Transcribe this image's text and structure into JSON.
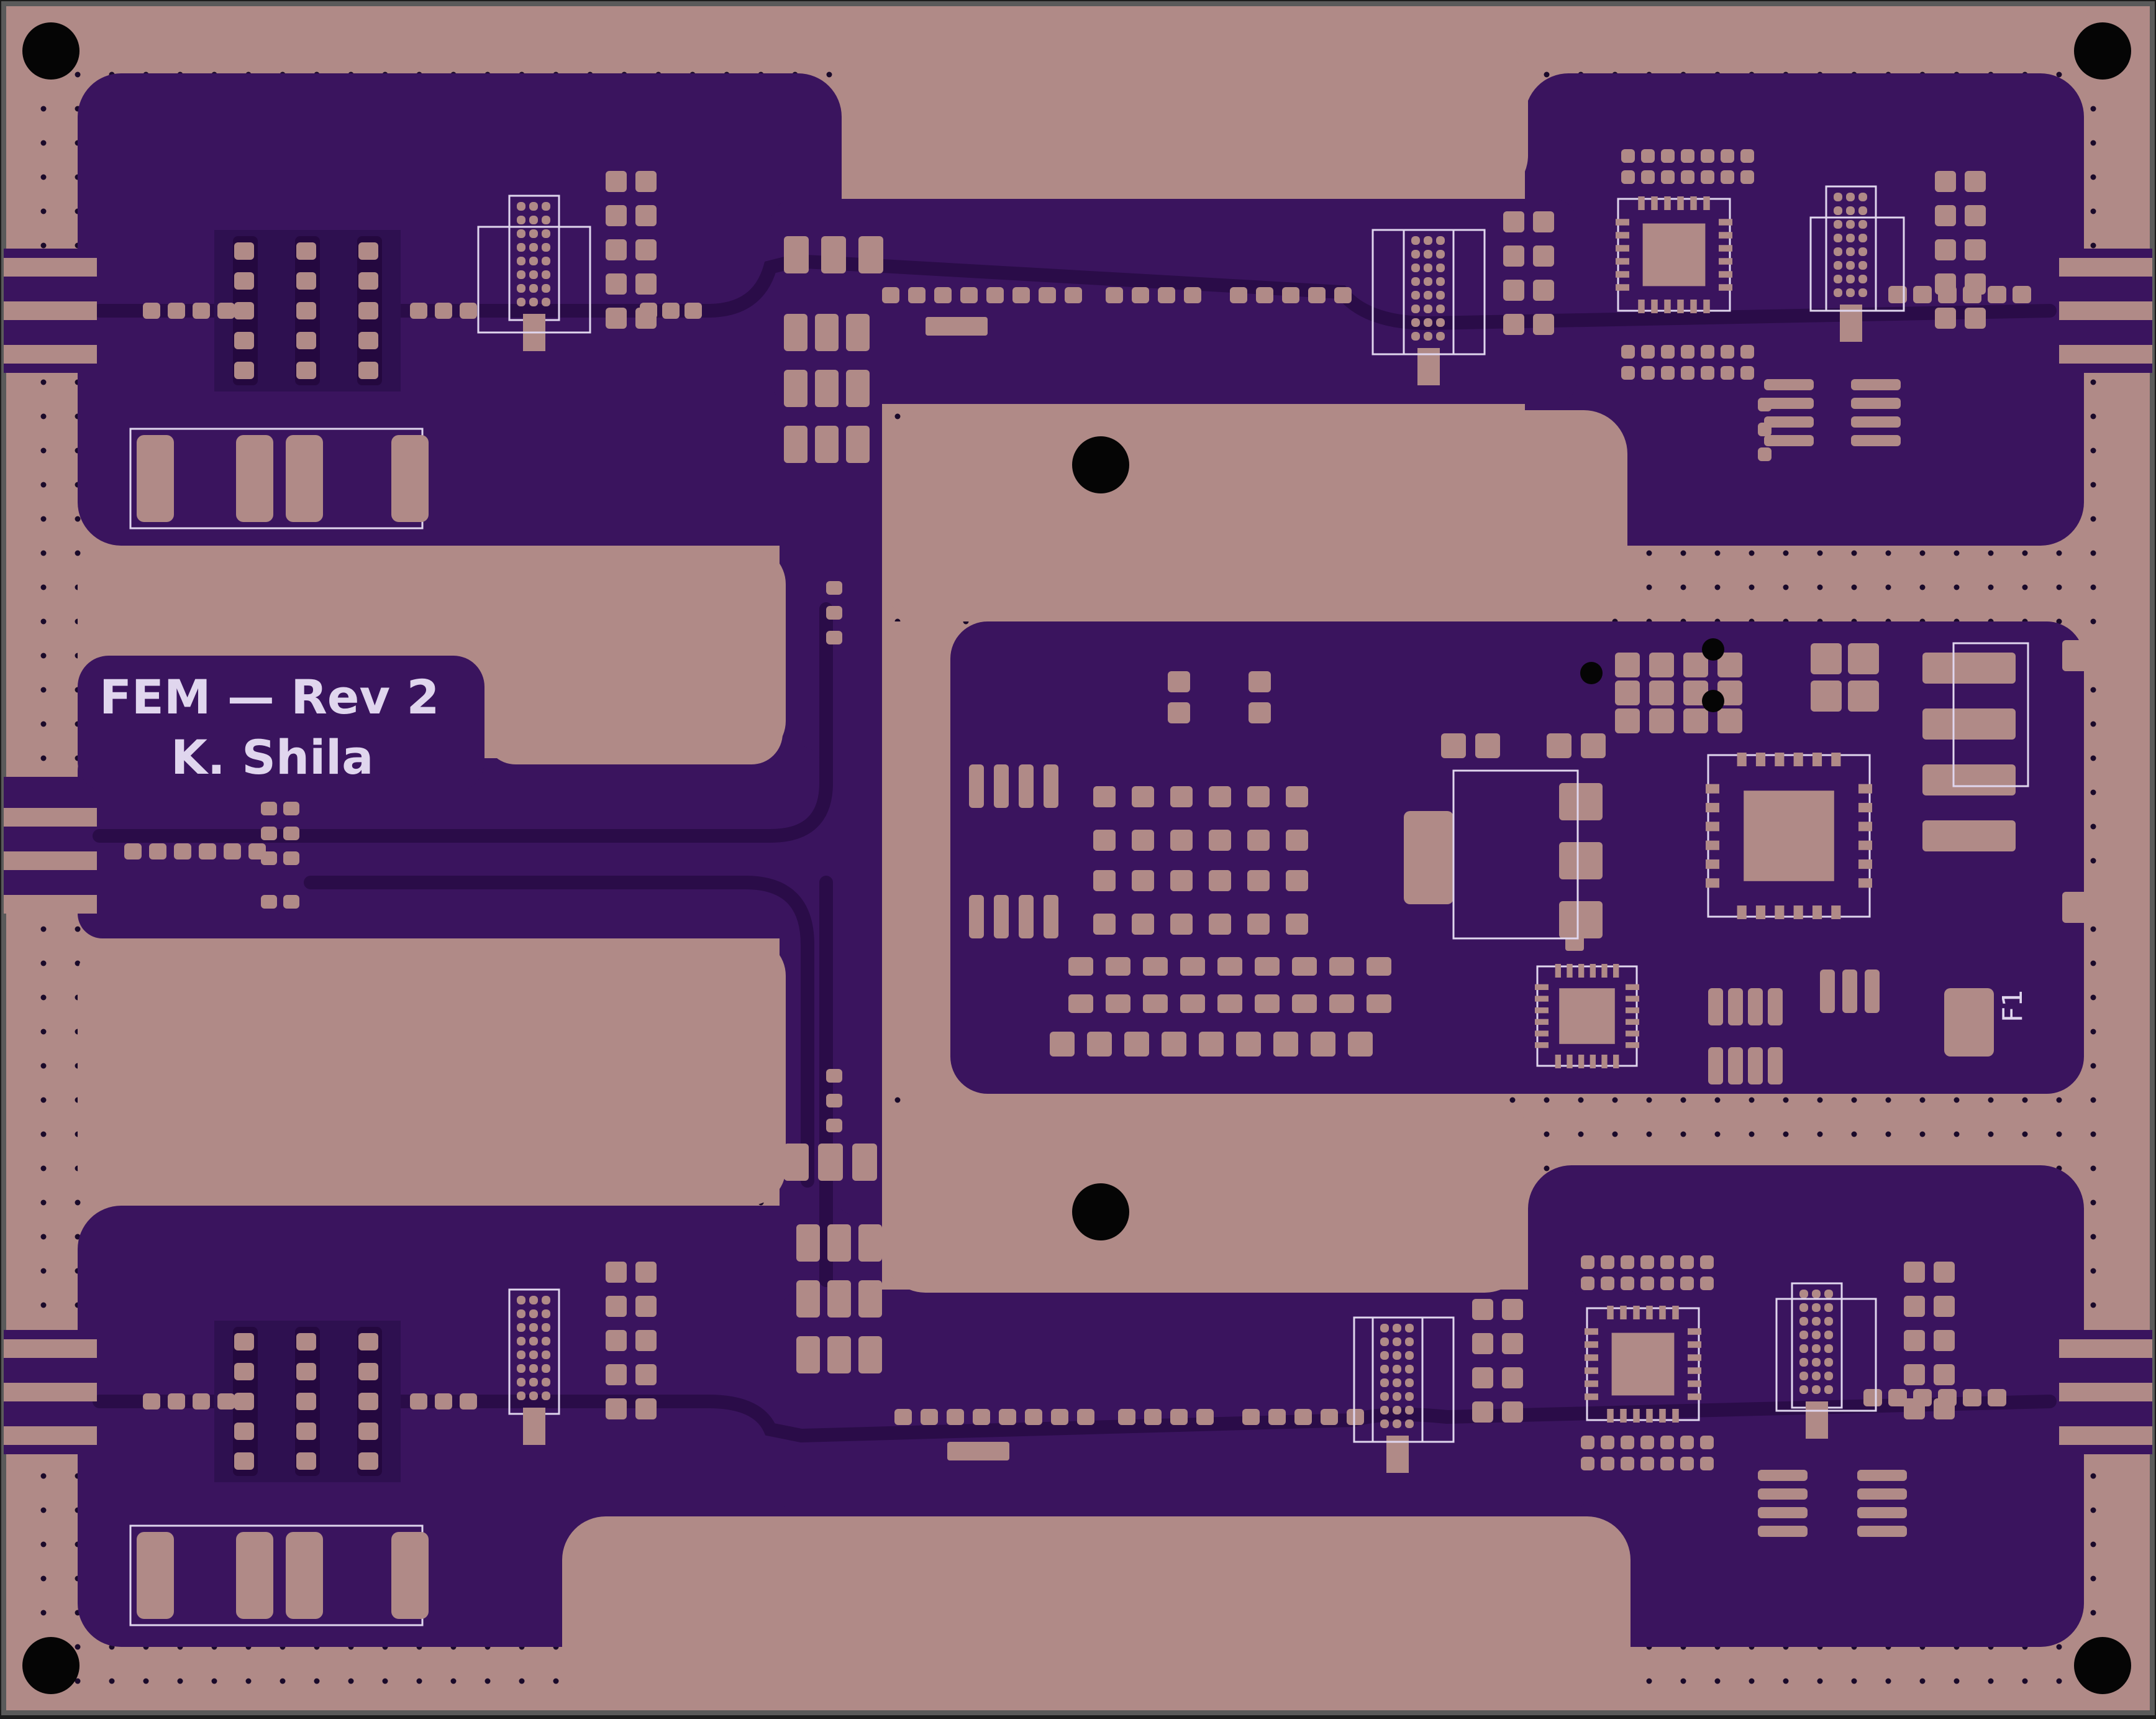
{
  "colors": {
    "copper": "#b08a87",
    "soldermask": "#3a145e",
    "pad": "#b08a87",
    "silkscreen": "#e0d6ee",
    "hole": "#050505",
    "background": "#1c1c1c",
    "outline": "#5a5a5a"
  },
  "silkscreen": {
    "title": "FEM — Rev 2",
    "author": "K. Shila",
    "fuse_label": "F1"
  }
}
